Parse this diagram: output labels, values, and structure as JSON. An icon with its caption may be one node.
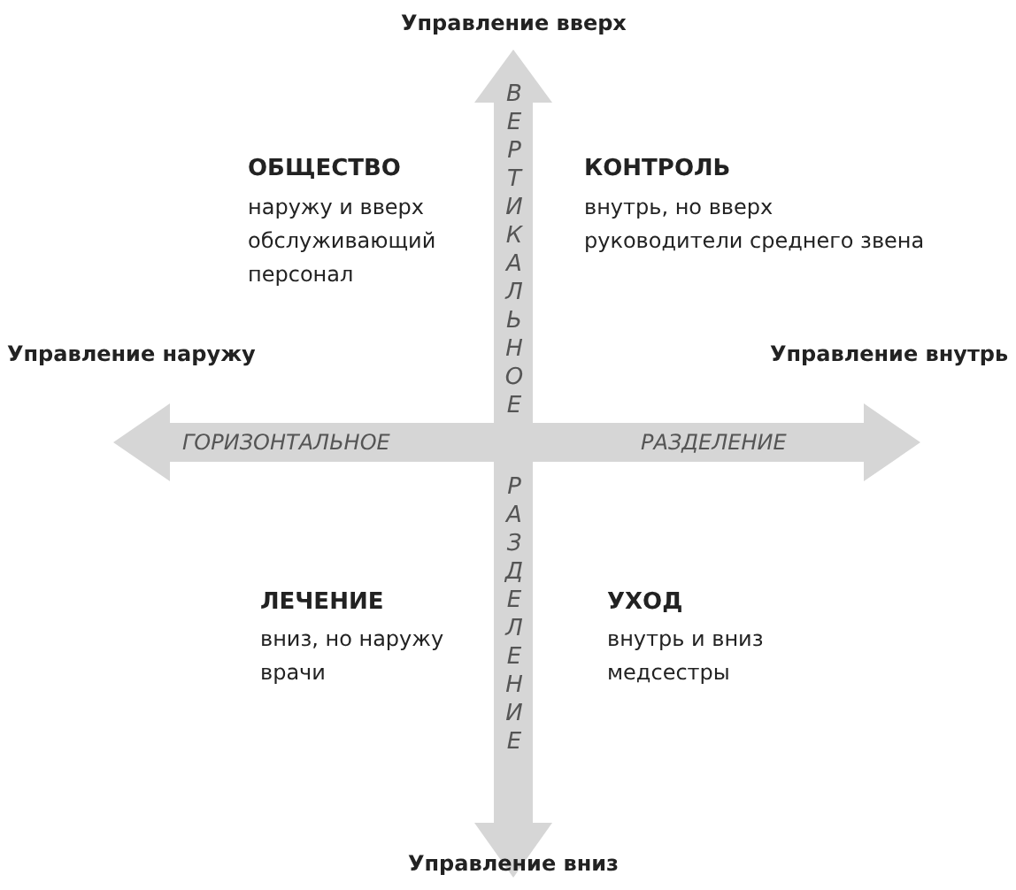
{
  "diagram": {
    "labels": [
      "Управление вверх",
      "ВЕРТИКАЛЬНОЕ",
      "ОБЩЕСТВО",
      "наружу и вверх",
      "обслуживающий персонал",
      "КОНТРОЛЬ",
      "внутрь, но вверх",
      "руководители среднего звена",
      "Управление наружу",
      "Управление внутрь",
      "ГОРИЗОНТАЛЬНОЕ",
      "РАЗДЕЛЕНИЕ",
      "РАЗДЕЛЕНИЕ",
      "ЛЕЧЕНИЕ",
      "вниз, но наружу",
      "врачи",
      "УХОД",
      "внутрь и вниз",
      "медсестры",
      "Управление вниз"
    ]
  }
}
